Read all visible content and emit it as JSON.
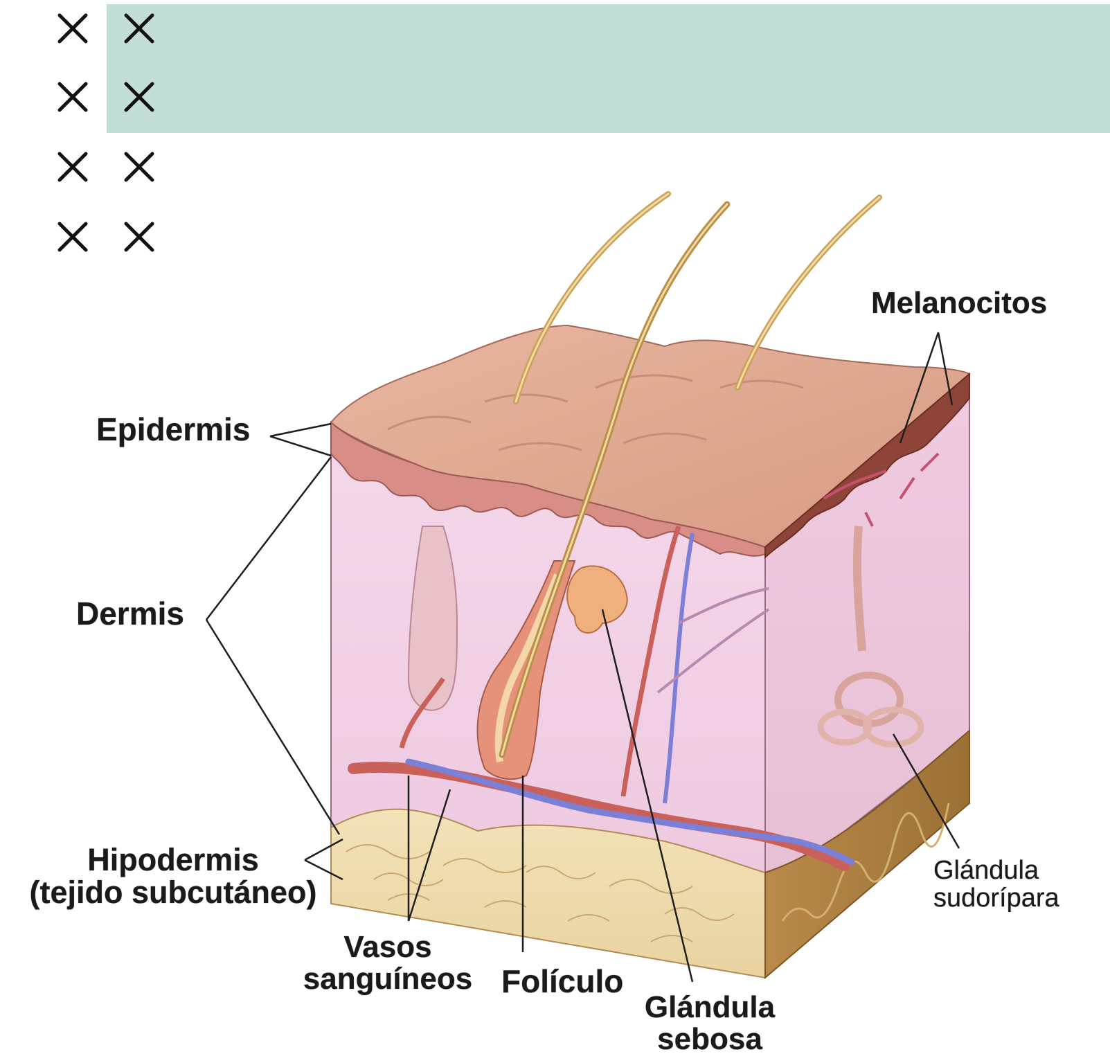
{
  "toolbar": {
    "close_icons": [
      "close-icon",
      "close-icon",
      "close-icon",
      "close-icon",
      "close-icon",
      "close-icon",
      "close-icon",
      "close-icon"
    ]
  },
  "colors": {
    "banner": "#c3ded8",
    "epidermis": "#d99c86",
    "dermis": "#f2d3e6",
    "hypodermis": "#efdcaa",
    "hair": "#c9a255",
    "vein": "#7b7fd6",
    "artery": "#c9605a"
  },
  "labels": {
    "melanocitos": "Melanocitos",
    "epidermis": "Epidermis",
    "dermis": "Dermis",
    "hipodermis_1": "Hipodermis",
    "hipodermis_2": "(tejido subcutáneo)",
    "vasos_1": "Vasos",
    "vasos_2": "sanguíneos",
    "foliculo": "Folículo",
    "glandula_sebosa_1": "Glándula",
    "glandula_sebosa_2": "sebosa",
    "glandula_sudoripara_1": "Glándula",
    "glandula_sudoripara_2": "sudorípara"
  }
}
